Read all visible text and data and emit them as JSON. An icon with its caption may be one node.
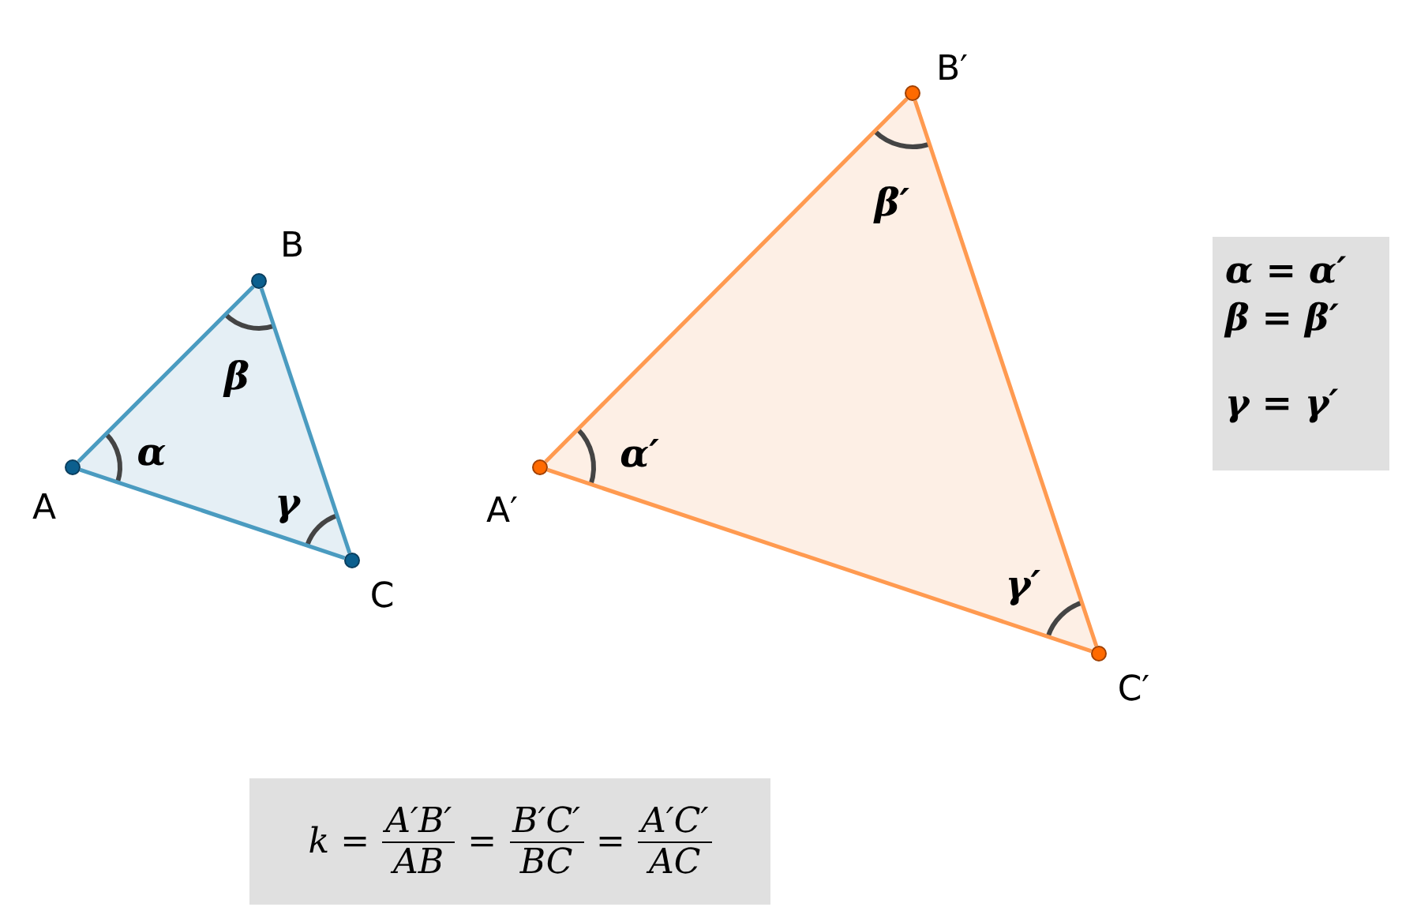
{
  "diagram": {
    "nodes": [
      {
        "text": [],
        "shape": "circle",
        "beside": [
          "A"
        ]
      },
      {
        "text": [],
        "shape": "circle",
        "beside": [
          "B"
        ]
      },
      {
        "text": [],
        "shape": "circle",
        "beside": [
          "C"
        ]
      },
      {
        "text": [],
        "shape": "circle",
        "beside": [
          "A′"
        ]
      },
      {
        "text": [],
        "shape": "circle",
        "beside": [
          "B′"
        ]
      },
      {
        "text": [],
        "shape": "circle",
        "beside": [
          "C′"
        ]
      }
    ],
    "edges": [
      {
        "from": 0,
        "to": 1,
        "arrow": "none",
        "color": "#4a9bc0"
      },
      {
        "from": 1,
        "to": 2,
        "arrow": "none",
        "color": "#4a9bc0"
      },
      {
        "from": 2,
        "to": 0,
        "arrow": "none",
        "color": "#4a9bc0"
      },
      {
        "from": 3,
        "to": 4,
        "arrow": "none",
        "color": "#ff9a50"
      },
      {
        "from": 4,
        "to": 5,
        "arrow": "none",
        "color": "#ff9a50"
      },
      {
        "from": 5,
        "to": 3,
        "arrow": "none",
        "color": "#ff9a50"
      }
    ],
    "labels": [
      "β",
      "α",
      "γ",
      "β′",
      "α′",
      "γ′",
      "α = α′",
      "β = β′",
      "γ = γ′",
      "k =",
      "A′B′",
      "AB",
      "=",
      "B′C′",
      "BC",
      "=",
      "A′C′",
      "AC"
    ]
  }
}
